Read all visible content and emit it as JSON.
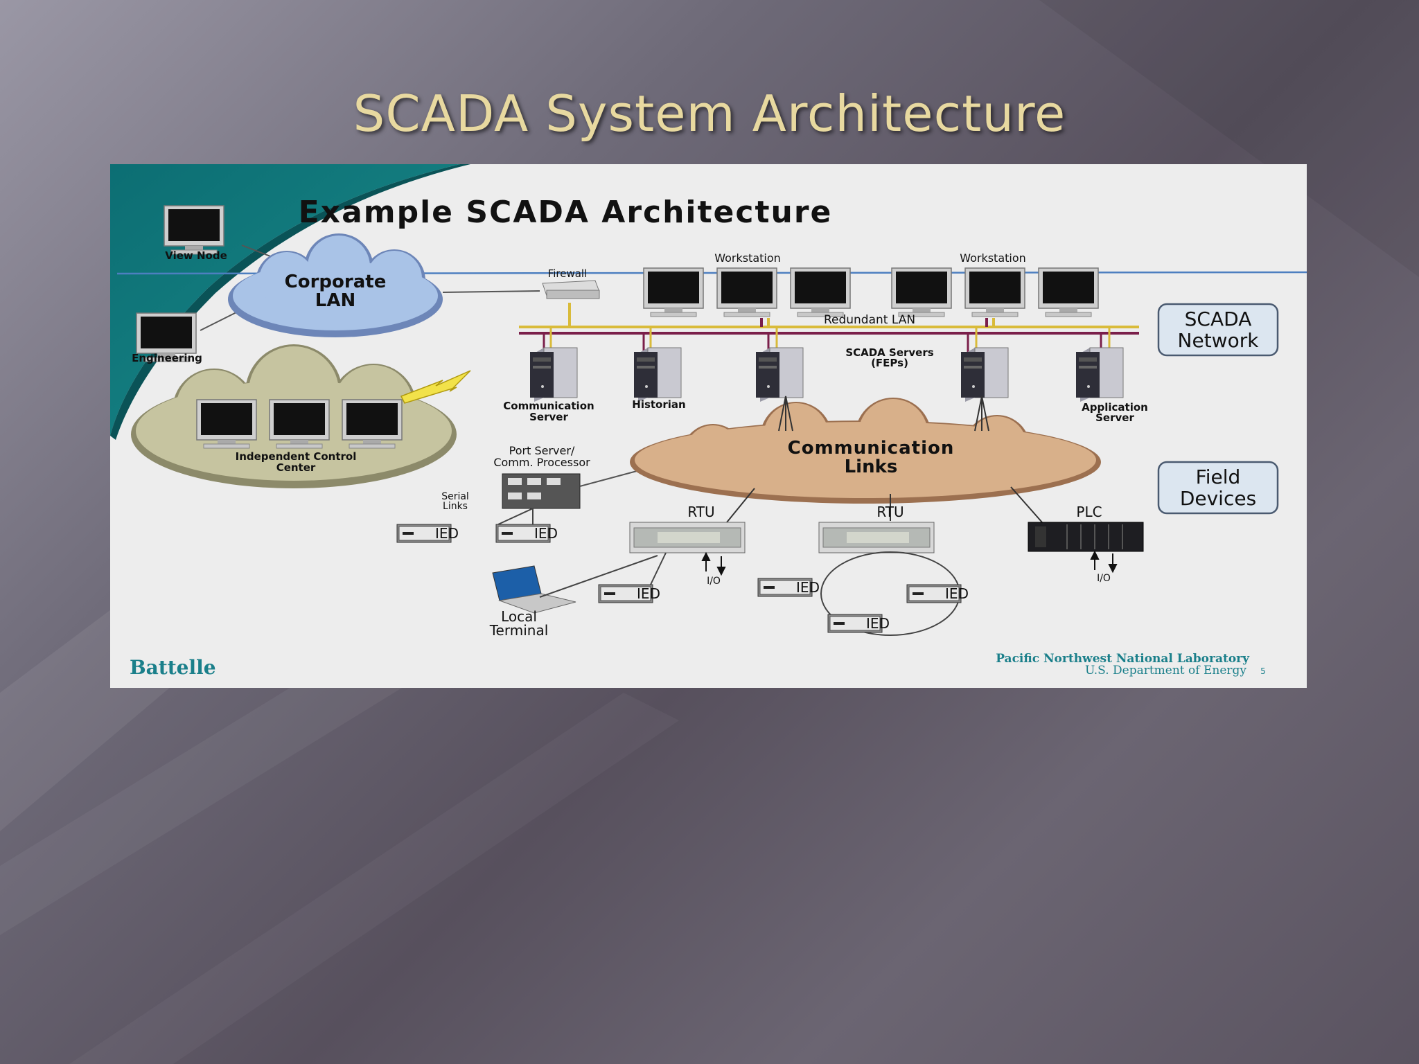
{
  "slide": {
    "title": "SCADA System Architecture"
  },
  "diagram": {
    "title": "Example SCADA Architecture",
    "view_node": "View Node",
    "engineering": "Engineering",
    "corporate_lan": [
      "Corporate",
      "LAN"
    ],
    "firewall": "Firewall",
    "workstation": "Workstation",
    "redundant_lan": "Redundant LAN",
    "scada_network": [
      "SCADA",
      "Network"
    ],
    "independent_control_center": [
      "Independent Control",
      "Center"
    ],
    "communication_server": [
      "Communication",
      "Server"
    ],
    "historian": "Historian",
    "scada_servers": [
      "SCADA Servers",
      "(FEPs)"
    ],
    "application_server": [
      "Application",
      "Server"
    ],
    "port_server": [
      "Port Server/",
      "Comm. Processor"
    ],
    "serial_links": [
      "Serial",
      "Links"
    ],
    "communication_links": [
      "Communication",
      "Links"
    ],
    "field_devices": [
      "Field",
      "Devices"
    ],
    "rtu": "RTU",
    "plc": "PLC",
    "ied": "IED",
    "io": "I/O",
    "local_terminal": [
      "Local",
      "Terminal"
    ],
    "battelle": "Battelle",
    "pnnl": "Pacific Northwest National Laboratory",
    "doe": "U.S. Department of Energy",
    "page_number": "5"
  }
}
